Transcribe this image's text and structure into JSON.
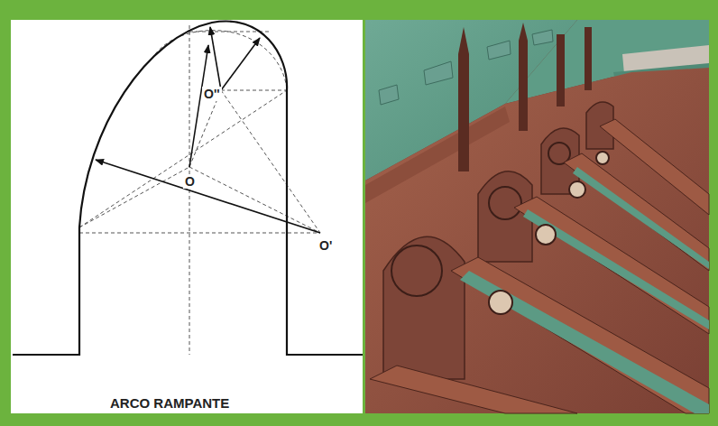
{
  "diagram": {
    "labels": [
      "O''",
      "O",
      "O'",
      "ARCO RAMPANTE"
    ]
  }
}
